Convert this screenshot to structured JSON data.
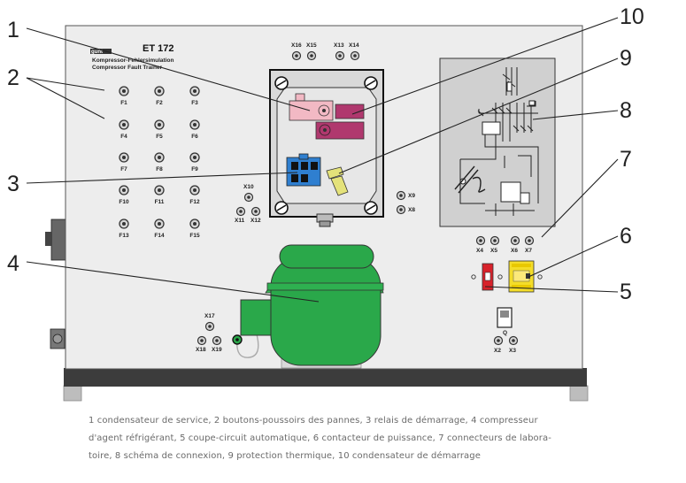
{
  "panel": {
    "brand": "gunt",
    "model": "ET 172",
    "subtitle_de": "Kompressor-Fehlersimulation",
    "subtitle_en": "Compressor Fault Trainer"
  },
  "fault_buttons": [
    "F1",
    "F2",
    "F3",
    "F4",
    "F5",
    "F6",
    "F7",
    "F8",
    "F9",
    "F10",
    "F11",
    "F12",
    "F13",
    "F14",
    "F15"
  ],
  "jacks": {
    "x16": "X16",
    "x15": "X15",
    "x13": "X13",
    "x14": "X14",
    "x10": "X10",
    "x11": "X11",
    "x12": "X12",
    "x9": "X9",
    "x8": "X8",
    "x4": "X4",
    "x5": "X5",
    "x6": "X6",
    "x7": "X7",
    "x17": "X17",
    "x18": "X18",
    "x19": "X19",
    "x2": "X2",
    "x3": "X3",
    "q": "Q"
  },
  "callouts": [
    "1",
    "2",
    "3",
    "4",
    "5",
    "6",
    "7",
    "8",
    "9",
    "10"
  ],
  "caption": [
    "1 condensateur de service, 2 boutons-poussoirs des pannes, 3 relais de démarrage, 4 compresseur",
    "d'agent réfrigérant, 5 coupe-circuit automatique, 6 contacteur de puissance, 7 connecteurs de labora-",
    "toire, 8 schéma de connexion, 9 protection thermique, 10 condensateur de démarrage"
  ],
  "colors": {
    "compressor": "#2aa84a",
    "service_capacitor": "#f2b9c4",
    "start_capacitor": "#b0386e",
    "relay": "#2f7fd0",
    "thermal": "#e4e27a",
    "breaker": "#d8222b",
    "contactor": "#f4dd2a",
    "panel": "#ededed",
    "base": "#3c3c3c"
  }
}
